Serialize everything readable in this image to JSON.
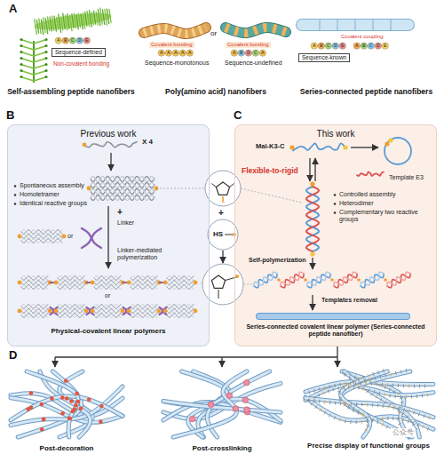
{
  "diagram": {
    "nodes": [
      {
        "text": [
          "B",
          "Previous work"
        ]
      },
      {
        "text": [
          "C",
          "This work"
        ]
      }
    ],
    "labels": [
      "A",
      "ABCDE",
      "Sequence-defined",
      "Non-covalent bonding",
      "Self-assembling peptide nanofibers",
      "Covalent bonding",
      "AAAAA",
      "Sequence-monotonous",
      "or",
      "Covalent bonding",
      "ABDCA",
      "Sequence-undefined",
      "Poly(amino acid) nanofibers",
      "Covalent coupling",
      "ABCDE ABCDE",
      "Sequence-known",
      "Series-connected peptide nanofibers",
      "X 4",
      "Spontaneous assembly",
      "Homotetramer",
      "Identical reactive groups",
      "+",
      "Linker",
      "or",
      "Linker-mediated polymerization",
      "or",
      "Physical-covalent linear polymers",
      "+",
      "HS",
      "Mal-K3-C",
      "Template E3",
      "Flexible-to-rigid",
      "Controlled assembly",
      "Heterodimer",
      "Complementary two reactive groups",
      "Self-polymerization",
      "Templates removal",
      "Series-connected covalent linear polymer (Series-connected peptide nanofiber)",
      "D",
      "Post-decoration",
      "Post-crosslinking",
      "Precise display of functional groups",
      "公众号"
    ]
  }
}
